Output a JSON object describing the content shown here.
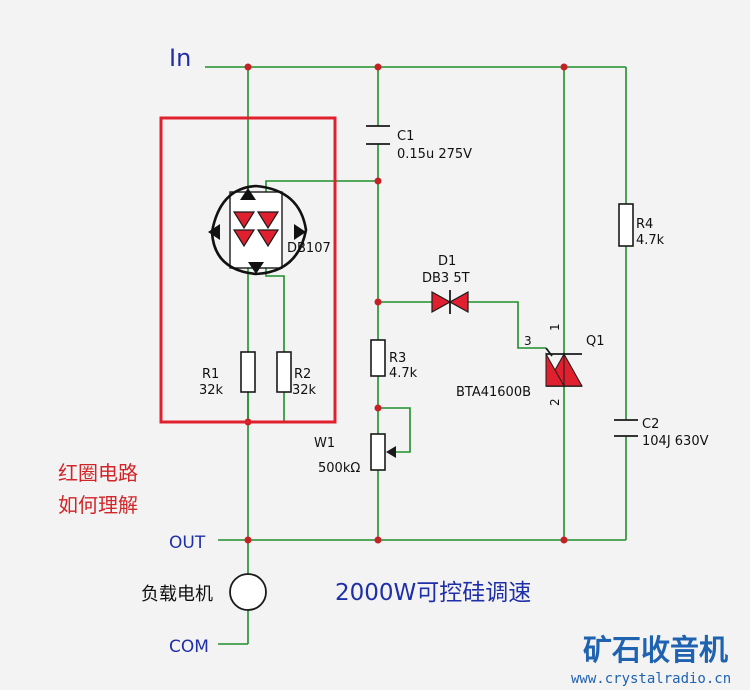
{
  "nets": {
    "input": "In",
    "output": "OUT",
    "common": "COM"
  },
  "components": {
    "c1": {
      "ref": "C1",
      "value": "0.15u 275V"
    },
    "d1": {
      "ref": "D1",
      "value": "DB3 5T"
    },
    "r4": {
      "ref": "R4",
      "value": "4.7k"
    },
    "r3": {
      "ref": "R3",
      "value": "4.7k"
    },
    "w1": {
      "ref": "W1",
      "value": "500kΩ"
    },
    "r1": {
      "ref": "R1",
      "value": "32k"
    },
    "r2": {
      "ref": "R2",
      "value": "32k"
    },
    "bridge": {
      "value": "DB107"
    },
    "q1": {
      "ref": "Q1",
      "value": "BTA41600B",
      "pins": [
        "1",
        "2",
        "3"
      ]
    },
    "c2": {
      "ref": "C2",
      "value": "104J 630V"
    },
    "load": {
      "label": "负载电机"
    }
  },
  "annotation": {
    "line1": "红圈电路",
    "line2": "如何理解"
  },
  "title": "2000W可控硅调速",
  "watermark": {
    "logo": "矿石收音机",
    "url": "www.crystalradio.cn"
  },
  "colors": {
    "wire": "#1f8f2a",
    "junction": "#c42026",
    "highlight": "#e0202f",
    "net_label": "#1f2fa8"
  }
}
